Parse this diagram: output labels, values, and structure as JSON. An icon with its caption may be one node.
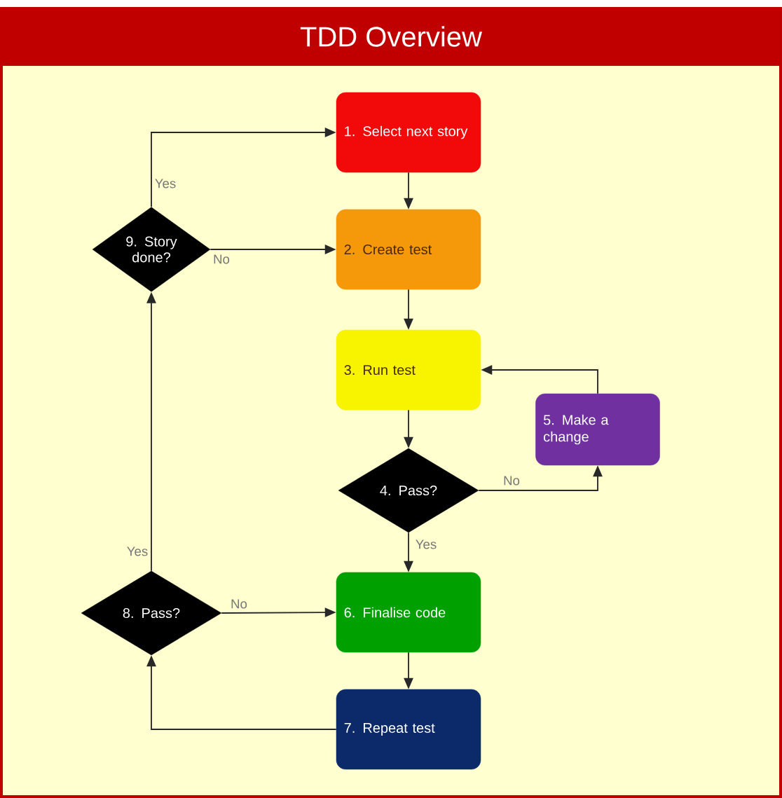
{
  "diagram": {
    "title": "TDD Overview",
    "nodes": [
      {
        "text": [
          "1. Select next story"
        ]
      },
      {
        "text": [
          "2. Create test"
        ]
      },
      {
        "text": [
          "3. Run test"
        ]
      },
      {
        "text": [
          "4. Pass?"
        ]
      },
      {
        "text": [
          "5. Make a change"
        ]
      },
      {
        "text": [
          "6. Finalise code"
        ]
      },
      {
        "text": [
          "7. Repeat test"
        ]
      },
      {
        "text": [
          "8. Pass?"
        ]
      },
      {
        "text": [
          "9. Story done?"
        ]
      }
    ],
    "edges": [
      {
        "from": 0,
        "to": 1,
        "arrow": "to"
      },
      {
        "from": 1,
        "to": 2,
        "arrow": "to"
      },
      {
        "from": 2,
        "to": 3,
        "arrow": "to"
      },
      {
        "from": 3,
        "to": 4,
        "arrow": "to",
        "label": "No"
      },
      {
        "from": 4,
        "to": 2,
        "arrow": "to"
      },
      {
        "from": 3,
        "to": 5,
        "arrow": "to",
        "label": "Yes"
      },
      {
        "from": 5,
        "to": 6,
        "arrow": "to"
      },
      {
        "from": 6,
        "to": 7,
        "arrow": "to"
      },
      {
        "from": 7,
        "to": 5,
        "arrow": "to",
        "label": "No"
      },
      {
        "from": 7,
        "to": 8,
        "arrow": "to",
        "label": "Yes"
      },
      {
        "from": 8,
        "to": 0,
        "arrow": "to",
        "label": "Yes"
      },
      {
        "from": 8,
        "to": 1,
        "arrow": "to",
        "label": "No"
      }
    ]
  }
}
